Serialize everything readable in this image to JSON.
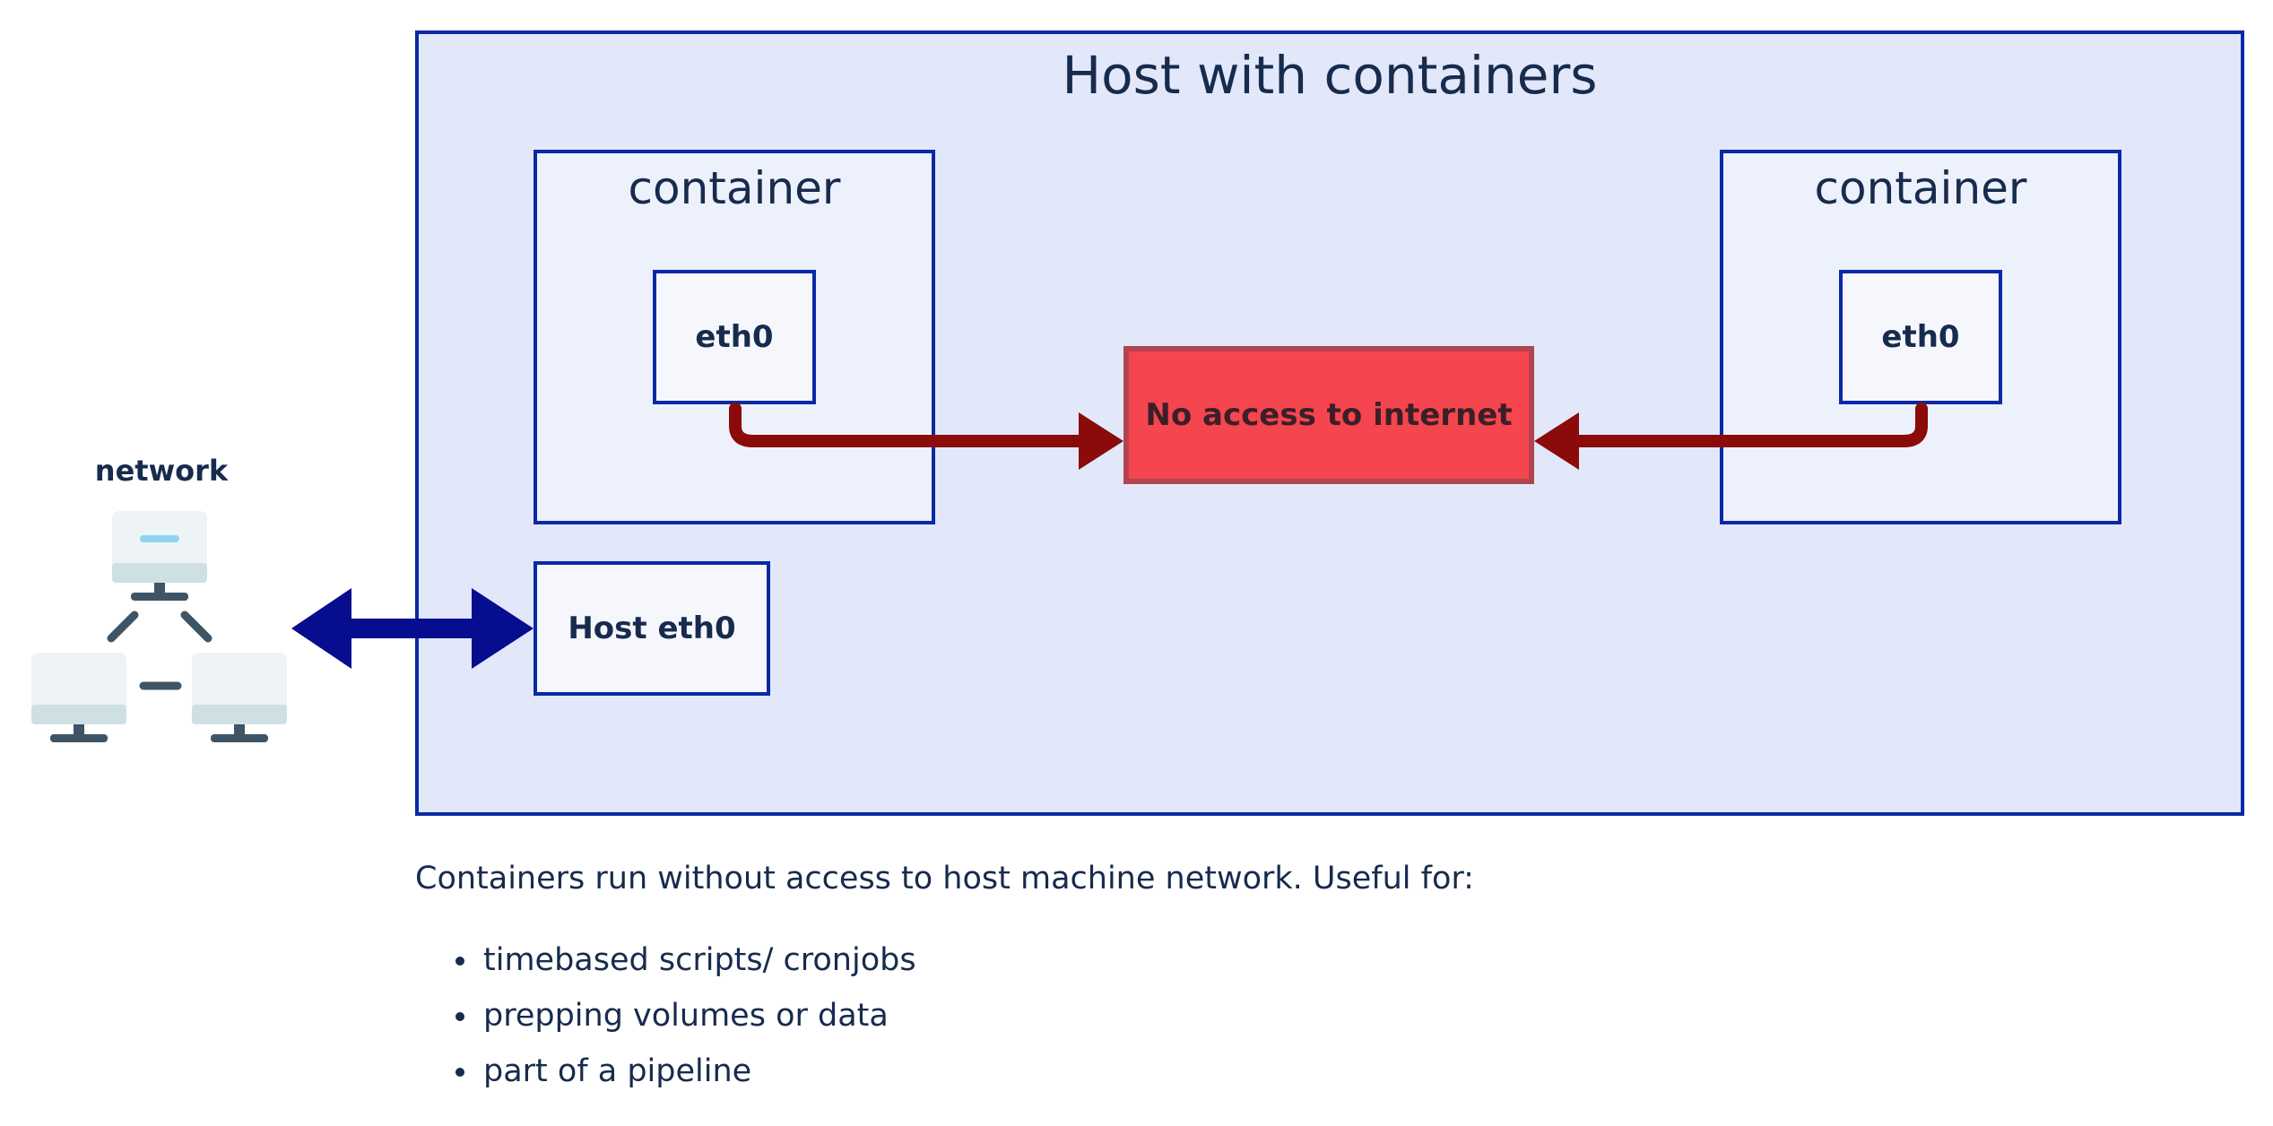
{
  "diagram": {
    "host": {
      "title": "Host with containers",
      "host_interface": "Host eth0"
    },
    "containers": [
      {
        "title": "container",
        "interface": "eth0"
      },
      {
        "title": "container",
        "interface": "eth0"
      }
    ],
    "blocked": {
      "label": "No access to internet"
    },
    "network": {
      "label": "network",
      "icon": "network-computers-icon"
    },
    "colors": {
      "host_fill": "#E2E8FA",
      "border": "#0A29A6",
      "blocked_fill": "#F5454E",
      "blocked_arrow": "#8B0A0A",
      "network_arrow": "#060D8E"
    }
  },
  "notes": {
    "caption": "Containers run without access to host machine network. Useful for:",
    "items": [
      "timebased scripts/ cronjobs",
      "prepping volumes or data",
      "part of a pipeline"
    ]
  }
}
